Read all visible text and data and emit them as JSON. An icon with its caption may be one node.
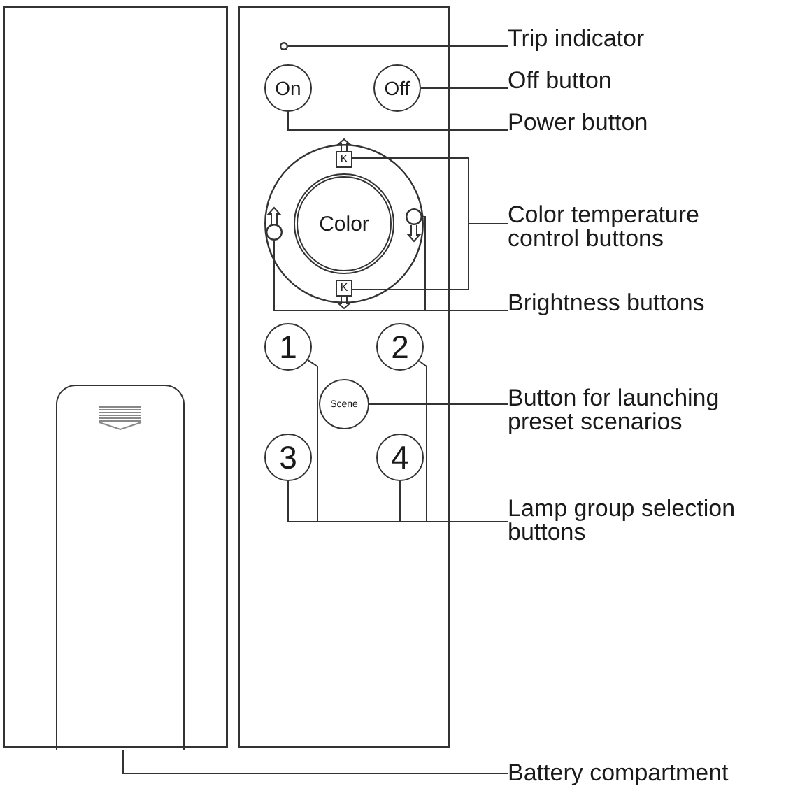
{
  "diagram": {
    "nodes": [
      {
        "text": [],
        "shape": "box"
      },
      {
        "text": [],
        "shape": "box",
        "in": 0
      },
      {
        "text": [],
        "shape": "box"
      },
      {
        "text": [],
        "shape": "circle",
        "in": 2
      },
      {
        "text": [
          "On"
        ],
        "in": 2
      },
      {
        "text": [
          "Off"
        ],
        "in": 2
      },
      {
        "text": [],
        "shape": "circle",
        "in": 2
      },
      {
        "text": [
          "Color"
        ],
        "in": 6
      },
      {
        "text": [
          "K"
        ],
        "in": 6
      },
      {
        "text": [
          "K"
        ],
        "in": 6
      },
      {
        "text": [],
        "shape": "circle",
        "in": 6
      },
      {
        "text": [],
        "shape": "circle",
        "in": 6
      },
      {
        "text": [
          "1"
        ],
        "in": 2
      },
      {
        "text": [
          "2"
        ],
        "in": 2
      },
      {
        "text": [
          "Scene"
        ],
        "in": 2
      },
      {
        "text": [
          "3"
        ],
        "in": 2
      },
      {
        "text": [
          "4"
        ],
        "in": 2
      },
      {
        "text": [
          "Trip indicator"
        ]
      },
      {
        "text": [
          "Off button"
        ]
      },
      {
        "text": [
          "Power button"
        ]
      },
      {
        "text": [
          "Color temperature control buttons"
        ]
      },
      {
        "text": [
          "Brightness buttons"
        ]
      },
      {
        "text": [
          "Button for launching preset scenarios"
        ]
      },
      {
        "text": [
          "Lamp group selection buttons"
        ]
      },
      {
        "text": [
          "Battery compartment"
        ]
      }
    ],
    "edges": [
      {
        "from": 17,
        "to": 3,
        "arrow": "none"
      },
      {
        "from": 18,
        "to": 5,
        "arrow": "none"
      },
      {
        "from": 19,
        "to": 4,
        "arrow": "none"
      },
      {
        "from": 20,
        "to": 8,
        "arrow": "none"
      },
      {
        "from": 20,
        "to": 9,
        "arrow": "none"
      },
      {
        "from": 21,
        "to": 10,
        "arrow": "none"
      },
      {
        "from": 21,
        "to": 11,
        "arrow": "none"
      },
      {
        "from": 22,
        "to": 14,
        "arrow": "none"
      },
      {
        "from": 23,
        "to": 12,
        "arrow": "none"
      },
      {
        "from": 23,
        "to": 13,
        "arrow": "none"
      },
      {
        "from": 23,
        "to": 15,
        "arrow": "none"
      },
      {
        "from": 23,
        "to": 16,
        "arrow": "none"
      },
      {
        "from": 24,
        "to": 1,
        "arrow": "none"
      }
    ]
  }
}
